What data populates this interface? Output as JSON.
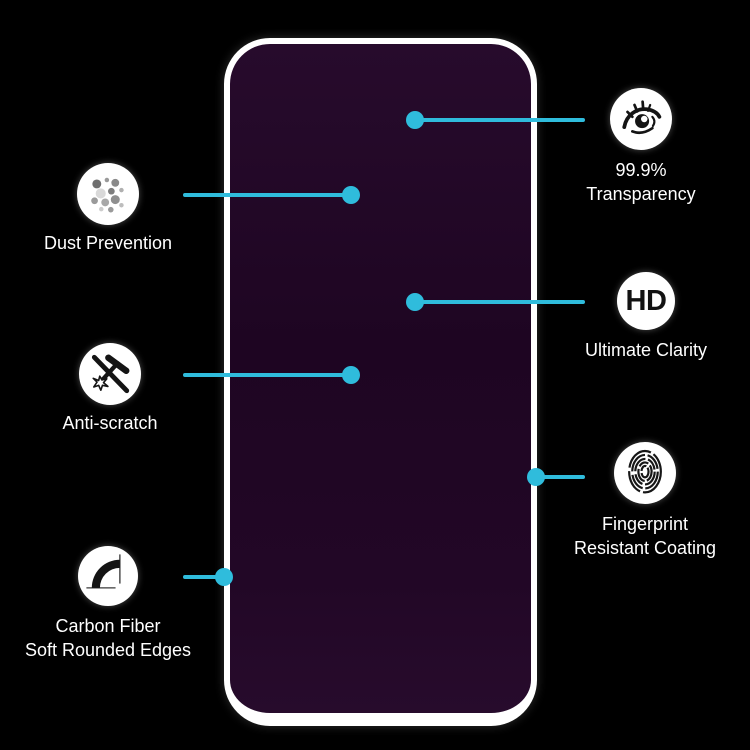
{
  "colors": {
    "background": "#000000",
    "accent": "#2fbcdc",
    "glass_purple": "#1e0522",
    "glass_purple_light": "#270b2c",
    "border_white": "#ffffff",
    "text": "#ffffff"
  },
  "product": {
    "name": "screen-protector-glass"
  },
  "features": [
    {
      "id": "transparency",
      "icon": "eye-icon",
      "lines": [
        "99.9%",
        "Transparency"
      ]
    },
    {
      "id": "dust-prevention",
      "icon": "dust-particles-icon",
      "lines": [
        "Dust Prevention"
      ]
    },
    {
      "id": "hd-clarity",
      "icon": "hd-icon",
      "icon_text": "HD",
      "lines": [
        "Ultimate Clarity"
      ]
    },
    {
      "id": "anti-scratch",
      "icon": "anti-scratch-icon",
      "lines": [
        "Anti-scratch"
      ]
    },
    {
      "id": "fingerprint",
      "icon": "fingerprint-icon",
      "lines": [
        "Fingerprint",
        "Resistant Coating"
      ]
    },
    {
      "id": "carbon-fiber",
      "icon": "rounded-edge-icon",
      "lines": [
        "Carbon Fiber",
        "Soft Rounded Edges"
      ]
    }
  ]
}
